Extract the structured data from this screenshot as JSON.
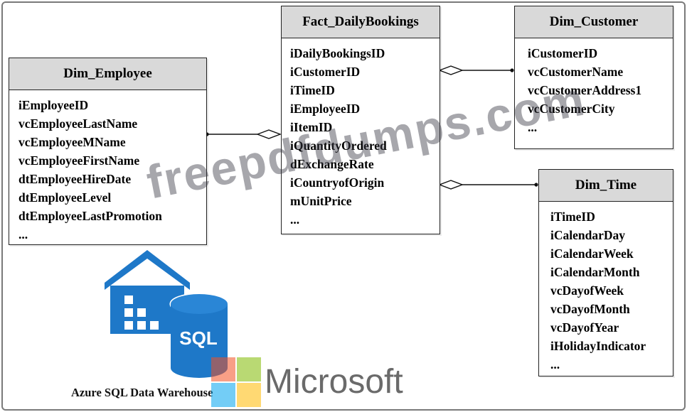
{
  "entities": {
    "employee": {
      "title": "Dim_Employee",
      "fields": [
        "iEmployeeID",
        "vcEmployeeLastName",
        "vcEmployeeMName",
        "vcEmployeeFirstName",
        "dtEmployeeHireDate",
        "dtEmployeeLevel",
        "dtEmployeeLastPromotion",
        "..."
      ]
    },
    "fact": {
      "title": "Fact_DailyBookings",
      "fields": [
        "iDailyBookingsID",
        "iCustomerID",
        "iTimeID",
        "iEmployeeID",
        "iItemID",
        "iQuantityOrdered",
        "dExchangeRate",
        "iCountryofOrigin",
        "mUnitPrice",
        "..."
      ]
    },
    "customer": {
      "title": "Dim_Customer",
      "fields": [
        "iCustomerID",
        "vcCustomerName",
        "vcCustomerAddress1",
        "vcCustomerCity",
        "..."
      ]
    },
    "time": {
      "title": "Dim_Time",
      "fields": [
        "iTimeID",
        "iCalendarDay",
        "iCalendarWeek",
        "iCalendarMonth",
        "vcDayofWeek",
        "vcDayofMonth",
        "vcDayofYear",
        "iHolidayIndicator",
        "..."
      ]
    }
  },
  "logo": {
    "sql_label": "SQL",
    "caption": "Azure SQL Data Warehouse",
    "icon": "azure-sql-data-warehouse-icon"
  },
  "watermark": {
    "text": "freepdfdumps.com",
    "brand": "Microsoft"
  },
  "colors": {
    "header_fill": "#d9d9d9",
    "azure_blue": "#1e78c8",
    "ms_red": "#f25022",
    "ms_green": "#7fba00",
    "ms_blue": "#00a4ef",
    "ms_yellow": "#ffb900"
  }
}
